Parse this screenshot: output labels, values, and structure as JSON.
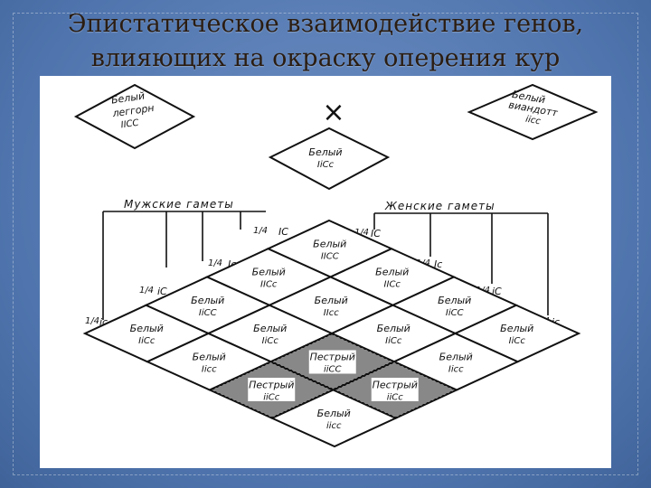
{
  "slide": {
    "title_line1": "Эпистатическое взаимодействие генов,",
    "title_line2": "влияющих на окраску оперения кур"
  },
  "parents": {
    "left": {
      "phenotype": "Белый",
      "breed": "леггорн",
      "genotype": "IICC"
    },
    "right": {
      "phenotype": "Белый",
      "breed": "виандотт",
      "genotype": "iicc"
    },
    "f1": {
      "phenotype": "Белый",
      "genotype": "IiCc"
    },
    "cross_symbol": "×"
  },
  "gametes": {
    "male_label": "Мужские гаметы",
    "female_label": "Женские гаметы",
    "male": [
      {
        "fraction": "1/4",
        "genotype": "IC"
      },
      {
        "fraction": "1/4",
        "genotype": "Ic"
      },
      {
        "fraction": "1/4",
        "genotype": "iC"
      },
      {
        "fraction": "1/4",
        "genotype": "ic"
      }
    ],
    "female": [
      {
        "fraction": "1/4",
        "genotype": "IC"
      },
      {
        "fraction": "1/4",
        "genotype": "Ic"
      },
      {
        "fraction": "1/4",
        "genotype": "iC"
      },
      {
        "fraction": "1/4",
        "genotype": "ic"
      }
    ]
  },
  "grid_cells": [
    {
      "row": 0,
      "col": 0,
      "phenotype": "Белый",
      "genotype": "IICC",
      "hatched": false
    },
    {
      "row": 0,
      "col": 1,
      "phenotype": "Белый",
      "genotype": "IICc",
      "hatched": false
    },
    {
      "row": 0,
      "col": 2,
      "phenotype": "Белый",
      "genotype": "IiCC",
      "hatched": false
    },
    {
      "row": 0,
      "col": 3,
      "phenotype": "Белый",
      "genotype": "IiCc",
      "hatched": false
    },
    {
      "row": 1,
      "col": 0,
      "phenotype": "Белый",
      "genotype": "IICc",
      "hatched": false
    },
    {
      "row": 1,
      "col": 1,
      "phenotype": "Белый",
      "genotype": "IIcc",
      "hatched": false
    },
    {
      "row": 1,
      "col": 2,
      "phenotype": "Белый",
      "genotype": "IiCc",
      "hatched": false
    },
    {
      "row": 1,
      "col": 3,
      "phenotype": "Белый",
      "genotype": "Iicc",
      "hatched": false
    },
    {
      "row": 2,
      "col": 0,
      "phenotype": "Белый",
      "genotype": "IiCC",
      "hatched": false
    },
    {
      "row": 2,
      "col": 1,
      "phenotype": "Белый",
      "genotype": "IiCc",
      "hatched": false
    },
    {
      "row": 2,
      "col": 2,
      "phenotype": "Пестрый",
      "genotype": "iiCC",
      "hatched": true
    },
    {
      "row": 2,
      "col": 3,
      "phenotype": "Пестрый",
      "genotype": "iiCc",
      "hatched": true
    },
    {
      "row": 3,
      "col": 0,
      "phenotype": "Белый",
      "genotype": "IiCc",
      "hatched": false
    },
    {
      "row": 3,
      "col": 1,
      "phenotype": "Белый",
      "genotype": "Iicc",
      "hatched": false
    },
    {
      "row": 3,
      "col": 2,
      "phenotype": "Пестрый",
      "genotype": "iiCc",
      "hatched": true
    },
    {
      "row": 3,
      "col": 3,
      "phenotype": "Белый",
      "genotype": "iicc",
      "hatched": false
    }
  ],
  "colors": {
    "slide_background": "#5b7fb6",
    "title_text": "#2b1d12",
    "figure_background": "#ffffff",
    "ink": "#111111"
  }
}
